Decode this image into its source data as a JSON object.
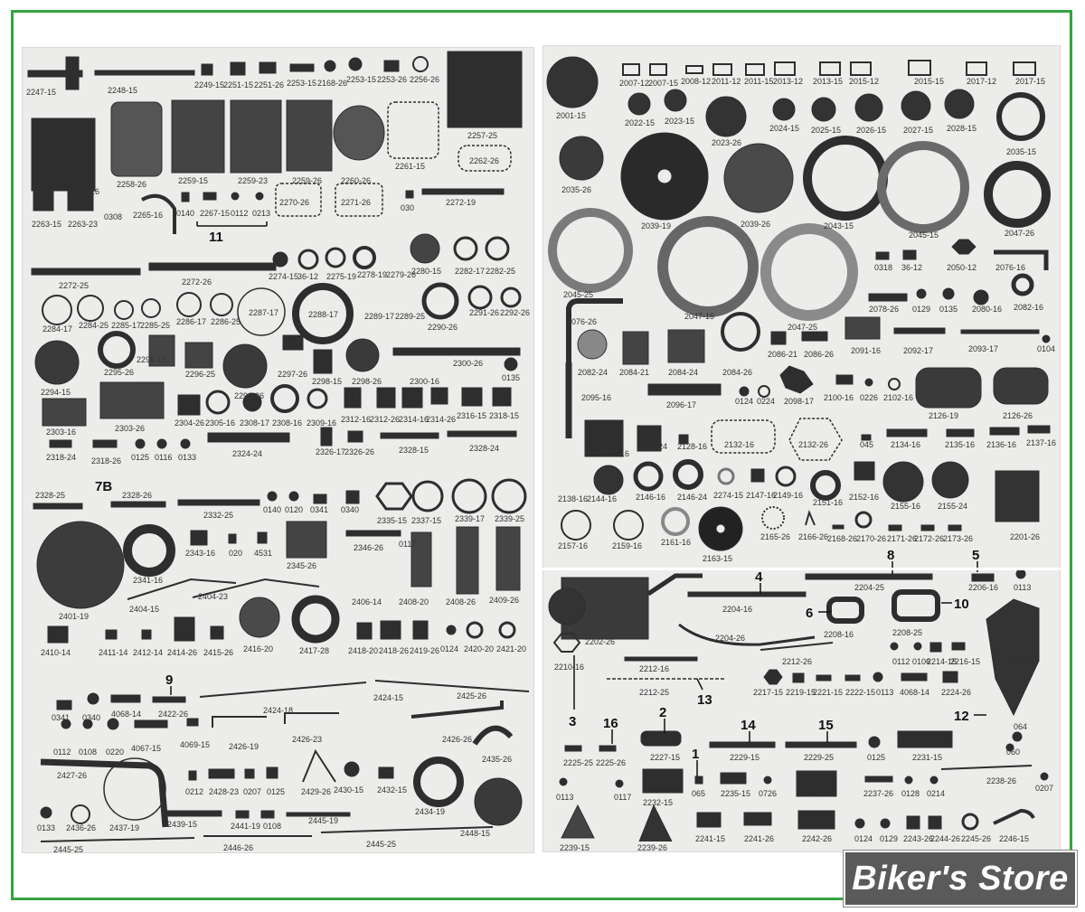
{
  "logo": {
    "text": "Biker's Store",
    "bg_color": "#5a5a5a",
    "frame_color": "#34a340"
  },
  "left_sheet": {
    "row1": [
      "2247-15",
      "2248-15",
      "2249-15",
      "2251-15",
      "2251-26",
      "2253-15",
      "2168-26",
      "2253-15",
      "2253-26",
      "2256-26"
    ],
    "row2": [
      "2257-26",
      "2258-26",
      "2259-15",
      "2259-23",
      "2259-26",
      "2260-26",
      "2261-15",
      "2257-25",
      "2262-26"
    ],
    "row3": [
      "2263-15",
      "2263-23",
      "0308",
      "2265-16",
      "0140",
      "2267-15",
      "0112",
      "0213",
      "2270-26",
      "2271-26",
      "030",
      "2272-19"
    ],
    "row4": [
      "2272-25",
      "2272-26",
      "2274-15",
      "36-12",
      "2275-19",
      "2278-19",
      "2279-26",
      "2280-15",
      "2282-17",
      "2282-25"
    ],
    "row5": [
      "2284-17",
      "2284-25",
      "2285-17",
      "2285-25",
      "2286-17",
      "2286-25",
      "2287-17",
      "2288-17",
      "2289-17",
      "2289-25",
      "2290-26",
      "2291-26",
      "2292-26"
    ],
    "row6": [
      "2294-15",
      "2295-26",
      "2296-15",
      "2296-25",
      "2296-26",
      "2297-26",
      "2298-15",
      "2298-26",
      "2300-16",
      "2300-26",
      "0135"
    ],
    "row7": [
      "2303-16",
      "2303-26",
      "2304-26",
      "2305-16",
      "2308-17",
      "2308-16",
      "2309-16",
      "2312-16",
      "2312-26",
      "2314-16",
      "2314-26",
      "2316-15",
      "2318-15"
    ],
    "row8": [
      "2318-24",
      "2318-26",
      "0125",
      "0116",
      "0133",
      "2324-24",
      "2326-17",
      "2326-26",
      "2328-15",
      "2328-24"
    ],
    "row9": [
      "2328-25",
      "2328-26",
      "2332-25",
      "0140",
      "0120",
      "0341",
      "0340",
      "2335-15",
      "2337-15",
      "2339-17",
      "2339-25"
    ],
    "row10": [
      "2401-19",
      "2341-16",
      "2343-16",
      "020",
      "4531",
      "2345-26",
      "2346-26",
      "0117",
      "2404-15",
      "2404-23",
      "2406-14",
      "2408-20",
      "2408-26",
      "2409-26"
    ],
    "row11": [
      "2410-14",
      "2411-14",
      "2412-14",
      "2414-26",
      "2415-26",
      "2416-20",
      "2417-28",
      "2418-20",
      "2418-26",
      "2419-26",
      "0124",
      "2420-20",
      "2421-20"
    ],
    "row12": [
      "0341",
      "0340",
      "4068-14",
      "2422-26",
      "2424-18",
      "2424-15",
      "2425-26"
    ],
    "row13": [
      "0112",
      "0108",
      "0220",
      "4067-15",
      "4069-15",
      "2426-19",
      "2426-23",
      "2426-26",
      "2435-26"
    ],
    "row14": [
      "2427-26",
      "0212",
      "2428-23",
      "0207",
      "0125",
      "2429-26",
      "2430-15",
      "2432-15",
      "2434-19"
    ],
    "row15": [
      "0133",
      "2436-26",
      "2437-19",
      "2439-15",
      "2441-19",
      "0108",
      "2445-19",
      "2448-15"
    ],
    "row16": [
      "2445-25",
      "2446-26",
      "2445-25"
    ],
    "callouts": [
      "11",
      "7B",
      "9"
    ]
  },
  "right_sheet": {
    "row1": [
      "2001-15",
      "2007-12",
      "2007-15",
      "2008-12",
      "2011-12",
      "2011-15",
      "2013-12",
      "2013-15",
      "2015-12",
      "2015-15",
      "2017-12",
      "2017-15"
    ],
    "row2": [
      "2022-15",
      "2023-15",
      "2023-26",
      "2024-15",
      "2025-15",
      "2026-15",
      "2027-15",
      "2028-15",
      "2035-15"
    ],
    "row3": [
      "2035-26",
      "2039-19",
      "2039-26",
      "2043-15",
      "2045-15",
      "2047-26"
    ],
    "row4": [
      "2045-25",
      "2047-15",
      "2047-25",
      "0318",
      "36-12",
      "2050-12",
      "2076-16"
    ],
    "row5": [
      "2076-26",
      "2078-26",
      "0129",
      "0135",
      "2080-16",
      "2082-16"
    ],
    "row6": [
      "2082-24",
      "2084-21",
      "2084-24",
      "2084-26",
      "2086-21",
      "2086-26",
      "2091-16",
      "2092-17",
      "2093-17",
      "0104"
    ],
    "row7": [
      "2095-16",
      "2096-17",
      "0124",
      "0224",
      "2098-17",
      "2100-16",
      "0226",
      "2102-16",
      "2126-19",
      "2126-26"
    ],
    "row8": [
      "2127-16",
      "2127-24",
      "2128-16",
      "2132-16",
      "2132-26",
      "045",
      "2134-16",
      "2135-16",
      "2136-16",
      "2137-16"
    ],
    "row9": [
      "2138-16",
      "2144-16",
      "2146-16",
      "2146-24",
      "2274-15",
      "2147-16",
      "2149-16",
      "2151-16",
      "2152-16",
      "2155-16",
      "2155-24"
    ],
    "row10": [
      "2157-16",
      "2159-16",
      "2161-16",
      "2163-15",
      "2165-26",
      "2166-26",
      "2168-26",
      "2170-26",
      "2171-26",
      "2172-26",
      "2173-26",
      "2201-26"
    ],
    "row11": [
      "2202-26",
      "2204-16",
      "2204-25",
      "2206-16",
      "0113",
      "2208-16",
      "2208-25",
      "2208-26"
    ],
    "row12": [
      "2210-16",
      "2204-26",
      "2212-16",
      "2212-26",
      "0112",
      "0106",
      "2214-15",
      "2216-15"
    ],
    "row13": [
      "2212-25",
      "2217-15",
      "2219-15",
      "2221-15",
      "2222-15",
      "0113",
      "4068-14",
      "2224-26",
      "064",
      "060"
    ],
    "row14": [
      "2225-25",
      "2225-26",
      "2227-15",
      "2229-15",
      "2229-25",
      "0125",
      "2231-15"
    ],
    "row15": [
      "0113",
      "0117",
      "2232-15",
      "065",
      "2235-15",
      "0726",
      "2236-26",
      "2237-26",
      "0128",
      "0214",
      "2238-26",
      "0207"
    ],
    "row16": [
      "2239-15",
      "2239-26",
      "2241-15",
      "2241-26",
      "2242-26",
      "0124",
      "0129",
      "2243-26",
      "2244-26",
      "2245-26",
      "2246-15"
    ],
    "callouts": [
      "4",
      "8",
      "5",
      "6",
      "10",
      "3",
      "2",
      "16",
      "14",
      "15",
      "1",
      "13",
      "12"
    ]
  }
}
